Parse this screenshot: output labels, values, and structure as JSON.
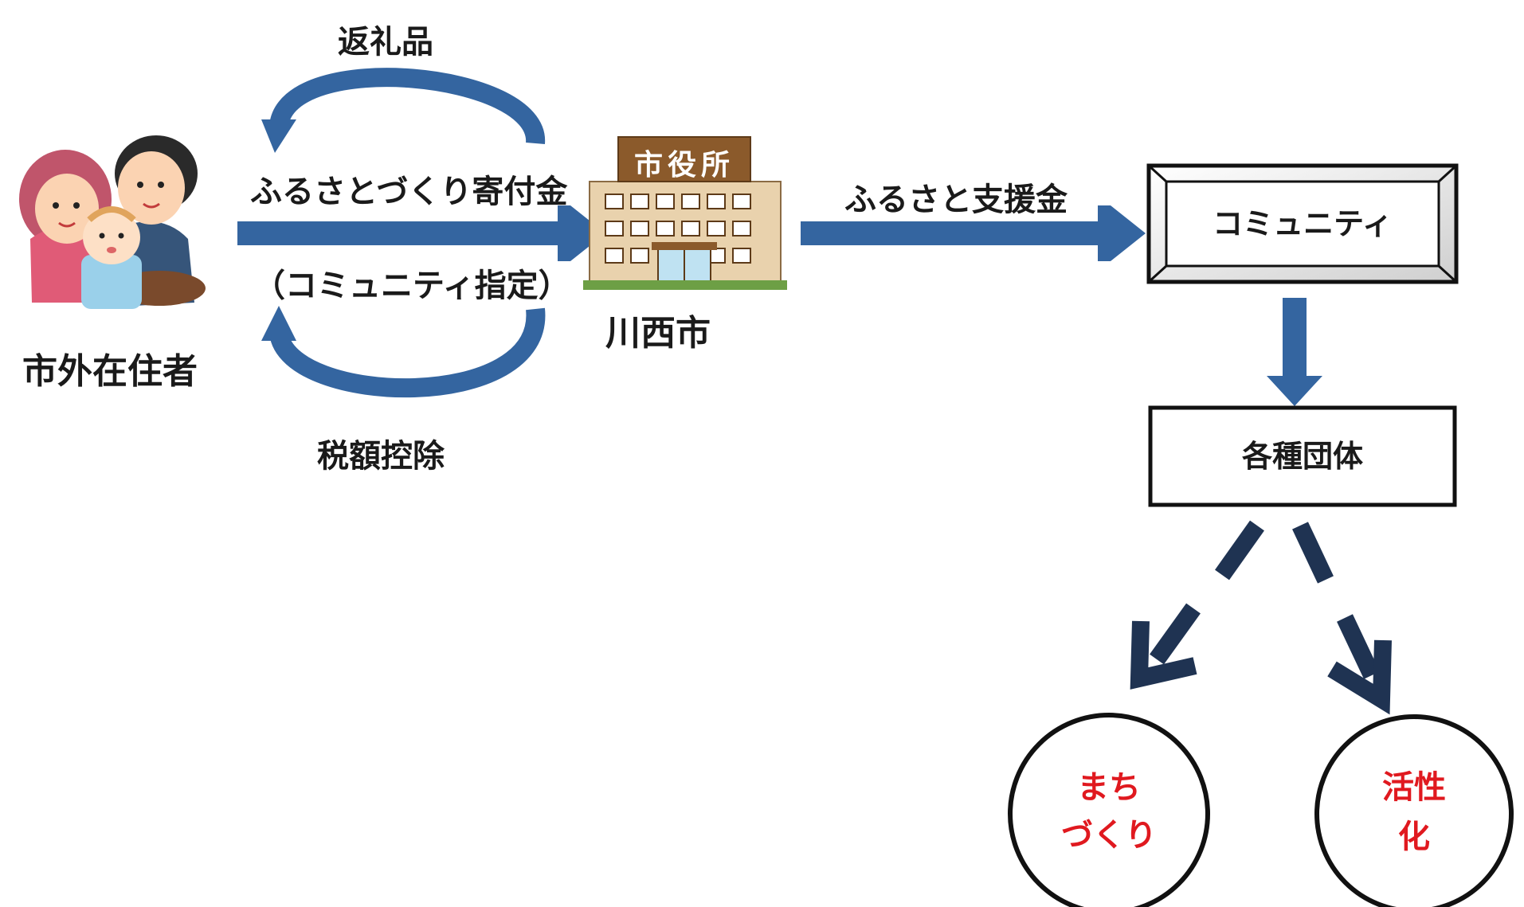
{
  "resident": {
    "label": "市外在住者"
  },
  "flow_donation": {
    "top_label": "返礼品",
    "main_label": "ふるさとづくり寄付金",
    "sub_label": "（コミュニティ指定）",
    "bottom_label": "税額控除"
  },
  "city": {
    "sign": "市役所",
    "label": "川西市"
  },
  "flow_support": {
    "label": "ふるさと支援金"
  },
  "community_box": {
    "label": "コミュニティ"
  },
  "groups_box": {
    "label": "各種団体"
  },
  "outcomes": [
    {
      "line1": "まち",
      "line2": "づくり"
    },
    {
      "line1": "活性",
      "line2": "化"
    }
  ],
  "colors": {
    "arrow": "#3465a0",
    "dark_arrow": "#1f3352",
    "outcome_text": "#e0191f",
    "building": "#e9d2ad",
    "building_sign": "#8b5a2b"
  }
}
